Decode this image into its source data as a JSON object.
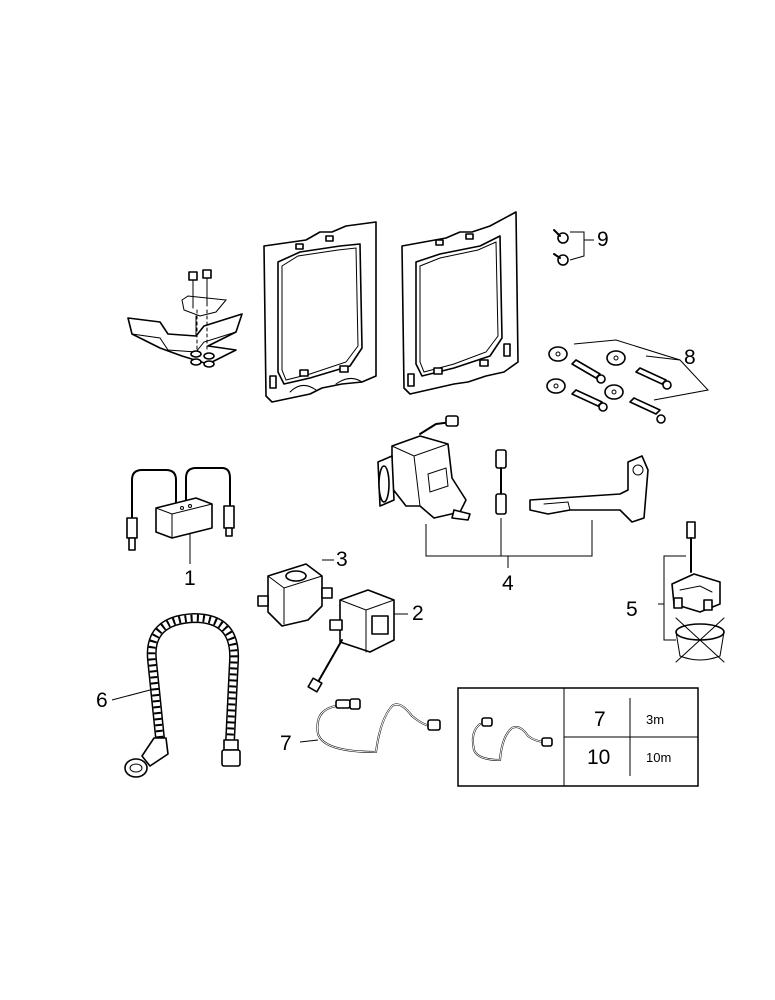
{
  "callouts": {
    "part_1": "1",
    "part_2": "2",
    "part_3": "3",
    "part_4": "4",
    "part_5": "5",
    "part_6": "6",
    "part_7": "7",
    "part_8": "8",
    "part_9": "9"
  },
  "cable_table": {
    "rows": [
      {
        "number": "7",
        "length": "3m"
      },
      {
        "number": "10",
        "length": "10m"
      }
    ]
  }
}
